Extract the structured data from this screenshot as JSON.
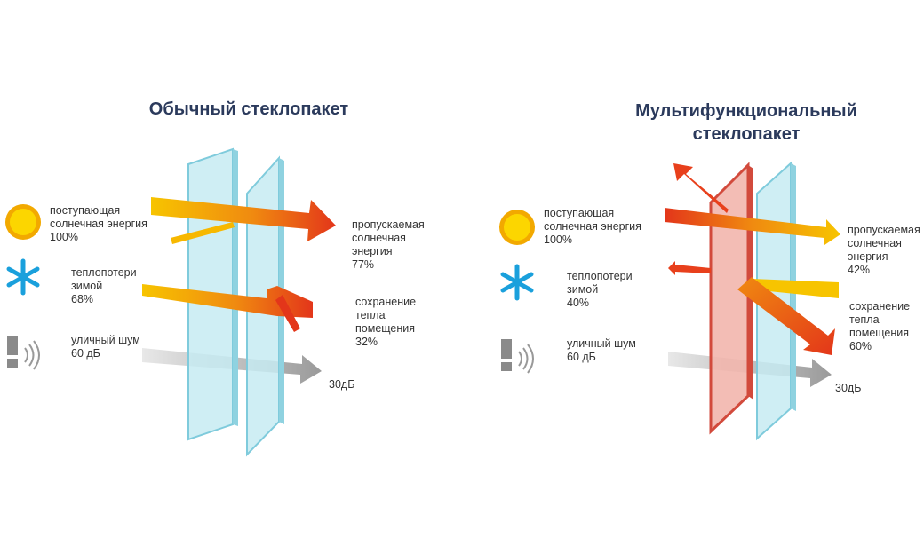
{
  "colors": {
    "title": "#2b3a5c",
    "glass": "#bfe6ee",
    "glass_edge": "#7fcbdc",
    "lowe_glass": "#e86a5e",
    "arrow_hot": "#e8401c",
    "arrow_warm": "#f7c400",
    "arrow_gray": "#a8a8a8",
    "sun": "#fcd600",
    "snowflake": "#1aa0dc"
  },
  "left": {
    "title": "Обычный стеклопакет",
    "solar_in": "поступающая\nсолнечная энергия\n100%",
    "heat_loss": "теплопотери\nзимой\n68%",
    "noise_in": "уличный шум\n60 дБ",
    "solar_out": "пропускаемая\nсолнечная\nэнергия\n77%",
    "heat_kept": "сохранение\nтепла\nпомещения\n32%",
    "noise_out": "30дБ"
  },
  "right": {
    "title": "Мультифункциональный\nстеклопакет",
    "solar_in": "поступающая\nсолнечная энергия\n100%",
    "heat_loss": "теплопотери\nзимой\n40%",
    "noise_in": "уличный шум\n60 дБ",
    "solar_out": "пропускаемая\nсолнечная\nэнергия\n42%",
    "heat_kept": "сохранение\nтепла\nпомещения\n60%",
    "noise_out": "30дБ"
  },
  "icons": [
    "sun-icon",
    "snowflake-icon",
    "speaker-icon"
  ]
}
